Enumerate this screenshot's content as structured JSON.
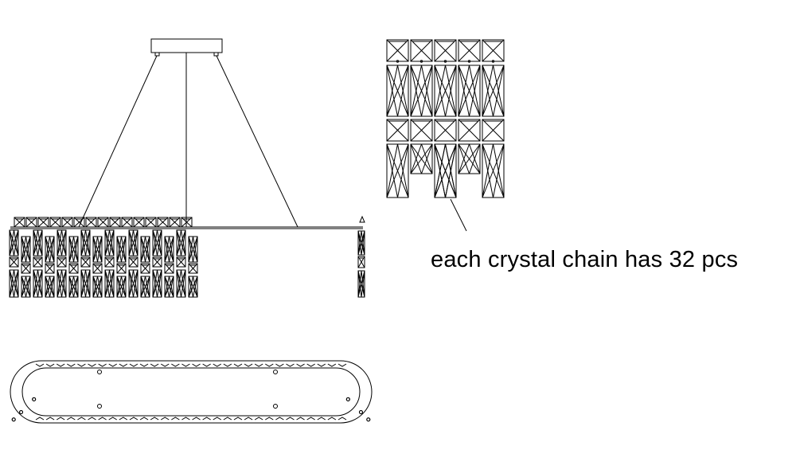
{
  "annotation": {
    "text": "each crystal chain has 32 pcs"
  },
  "colors": {
    "line": "#000000",
    "background": "#ffffff"
  },
  "icons": {
    "crystal": "x-pattern-rectangle",
    "canopy": "rectangle-bar"
  }
}
